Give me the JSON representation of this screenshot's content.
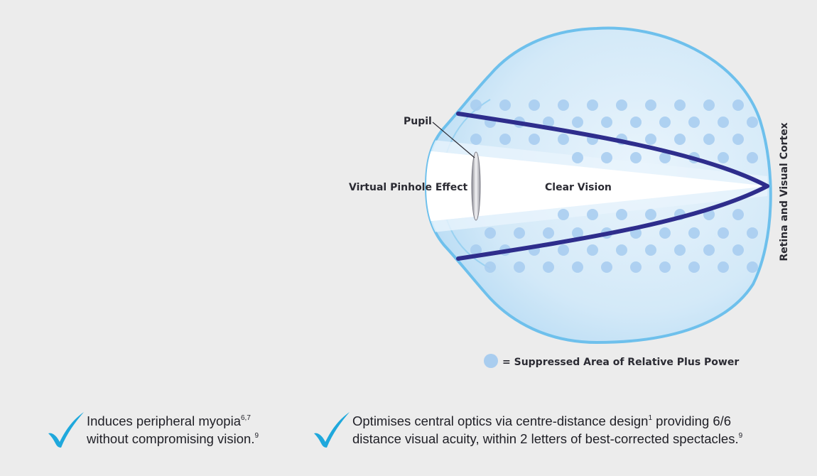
{
  "diagram": {
    "labels": {
      "pupil": "Pupil",
      "pinhole": "Virtual Pinhole Effect",
      "clear_vision": "Clear Vision",
      "retina": "Retina and Visual Cortex"
    },
    "legend": "= Suppressed Area of Relative Plus Power"
  },
  "colors": {
    "background": "#ececec",
    "eye_fill": "#cfe6f7",
    "eye_outline": "#6ec0ec",
    "ray": "#2e2d8c",
    "dot": "#a9cdef",
    "check": "#1fa8dc",
    "text": "#1f1f26"
  },
  "benefits": [
    {
      "line1": "Induces peripheral myopia",
      "sup1": "6,7",
      "line2": "without compromising vision.",
      "sup2": "9"
    },
    {
      "line1": "Optimises central optics via centre-distance design",
      "sup1": "1",
      "line1b": " providing 6/6",
      "line2": "distance visual acuity, within 2 letters of best-corrected spectacles.",
      "sup2": "9"
    }
  ]
}
